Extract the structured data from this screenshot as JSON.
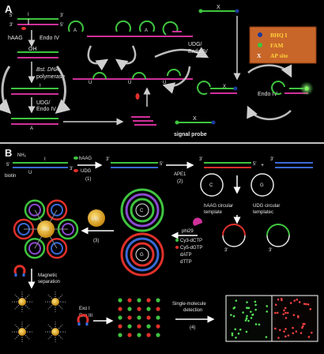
{
  "panels": {
    "a_label": "A",
    "b_label": "B"
  },
  "panel_a": {
    "strand_5prime": "5'",
    "strand_3prime": "3'",
    "end_5": "5'",
    "end_3": "3'",
    "lesion_i": "I",
    "lesion_a": "A",
    "enzyme_haag": "hAAG",
    "enzyme_endo4": "Endo IV",
    "oh": "OH",
    "polymerase_line1": "Bst. DNA",
    "polymerase_line2": "polymerase",
    "udg_endo4_left_1": "UDG/",
    "udg_endo4_left_2": "Endo IV",
    "udg_endo4_mid_1": "UDG/",
    "udg_endo4_mid_2": "Endo IV",
    "cycle_enzyme": "Endo IV",
    "u_labels": [
      "U",
      "U",
      "U"
    ],
    "a_labels": [
      "A",
      "A",
      "A"
    ],
    "x_label": "X",
    "signal_probe": "signal probe",
    "legend": [
      {
        "label": "BHQ I",
        "color": "#1a3a9a"
      },
      {
        "label": "FAM",
        "color": "#3cc43c"
      },
      {
        "label": "AP site",
        "color": "#ffffff"
      }
    ]
  },
  "panel_b": {
    "nh2": "NH₂",
    "biotin": "biotin",
    "five_prime": "5'",
    "three_prime": "3'",
    "u": "U",
    "i": "I",
    "haag": "hAAG",
    "udg": "UDG",
    "step1": "(1)",
    "ape1": "APE1",
    "step2": "(2)",
    "haag_template_1": "hAAG circular",
    "haag_template_2": "template",
    "udg_template_1": "UDG circular",
    "udg_template_2": "templatec",
    "phi29": "phi29",
    "reagents": [
      "Cy3-dCTP",
      "Cy5-dGTP",
      "dATP",
      "dTTP"
    ],
    "mb": "MB",
    "step3": "(3)",
    "magnetic_1": "Magnetic",
    "magnetic_2": "separation",
    "exo_1": "Exo I",
    "exo_2": "Exo III",
    "detect_1": "Single-molecule",
    "detect_2": "detection",
    "step4": "(4)",
    "circle_c": "C",
    "circle_g": "G"
  },
  "colors": {
    "background": "#000000",
    "green_strand": "#3fc43f",
    "magenta_strand": "#d0309a",
    "red": "#e0302a",
    "blue_strand": "#3a6ad8",
    "purple": "#8a4ad0",
    "orange_legend_box": "#c8662a",
    "legend_text": "#ffd23a",
    "mb_gold": "#f0b420",
    "separator": "#ffffff"
  }
}
